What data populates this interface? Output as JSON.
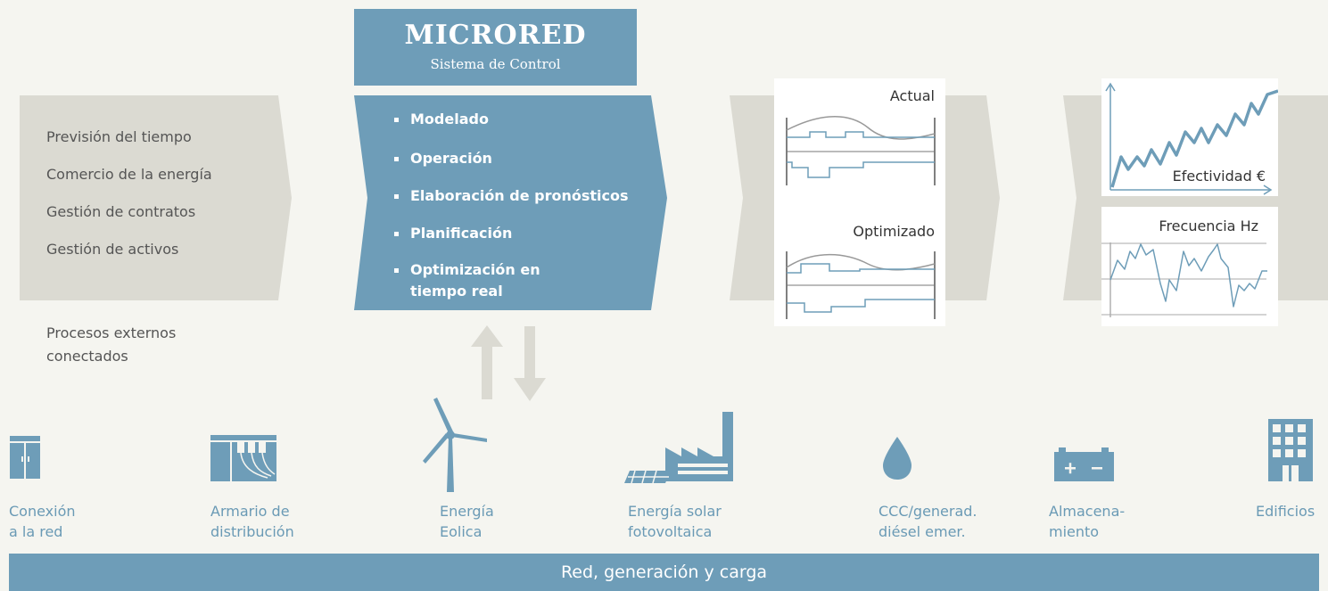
{
  "external": {
    "items": [
      "Previsión del tiempo",
      "Comercio de la energía",
      "Gestión de contratos",
      "Gestión de activos"
    ],
    "caption_lines": [
      "Procesos externos",
      "conectados"
    ]
  },
  "microred": {
    "title": "MICRORED",
    "subtitle": "Sistema de Control",
    "functions": [
      "Modelado",
      "Operación",
      "Elaboración de pronósticos",
      "Planificación",
      "Optimización en",
      "tiempo real"
    ]
  },
  "panels": {
    "actual": "Actual",
    "optimized": "Optimizado",
    "effectiveness": "Efectividad €",
    "frequency": "Frecuencia Hz"
  },
  "components": [
    {
      "icon": "grid-cabinet-icon",
      "line1": "Conexión",
      "line2": "a la red"
    },
    {
      "icon": "distribution-cabinet-icon",
      "line1": "Armario de",
      "line2": "distribución"
    },
    {
      "icon": "wind-turbine-icon",
      "line1": "Energía",
      "line2": "Eolica"
    },
    {
      "icon": "solar-factory-icon",
      "line1": "Energía solar",
      "line2": "fotovoltaica"
    },
    {
      "icon": "drop-icon",
      "line1": "CCC/generad.",
      "line2": "diésel emer."
    },
    {
      "icon": "battery-icon",
      "line1": "Almacena-",
      "line2": "miento"
    },
    {
      "icon": "building-icon",
      "line1": "Edificios",
      "line2": ""
    }
  ],
  "bottom_bar": "Red, generación y carga",
  "colors": {
    "blue": "#6e9db8",
    "gray": "#dbdad2",
    "background": "#f5f5f0"
  }
}
